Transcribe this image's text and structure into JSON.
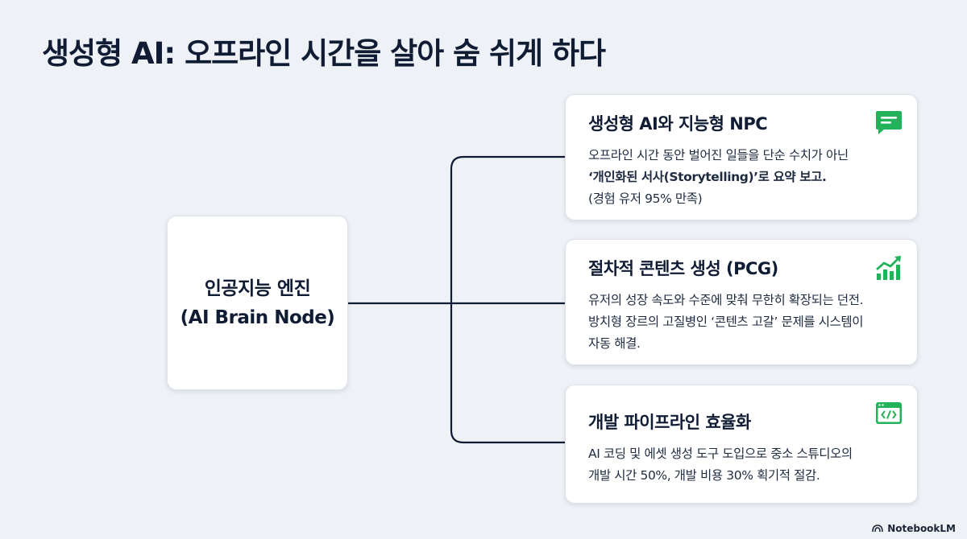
{
  "title": "생성형 AI: 오프라인 시간을 살아 숨 쉬게 하다",
  "hub": {
    "line1": "인공지능 엔진",
    "line2": "(AI Brain Node)"
  },
  "cards": [
    {
      "title": "생성형 AI와 지능형 NPC",
      "icon": "chat-bubble-icon",
      "lines": [
        "오프라인 시간 동안 벌어진 일들을 단순 수치가 아닌",
        "‘개인화된 서사(Storytelling)’로 요약 보고.",
        "(경험 유저 95% 만족)"
      ]
    },
    {
      "title": "절차적 콘텐츠 생성 (PCG)",
      "icon": "growth-chart-icon",
      "lines": [
        "유저의 성장 속도와 수준에 맞춰 무한히 확장되는 던전.",
        "방치형 장르의 고질병인 ‘콘텐츠 고갈’ 문제를 시스템이",
        "자동 해결."
      ]
    },
    {
      "title": "개발 파이프라인 효율화",
      "icon": "code-window-icon",
      "lines": [
        "AI 코딩 및 에셋 생성 도구 도입으로 중소 스튜디오의",
        "개발 시간 50%, 개발 비용 30% 획기적 절감."
      ]
    }
  ],
  "brand": "NotebookLM",
  "colors": {
    "background": "#eef1f6",
    "icon_green": "#22b35a",
    "connector": "#0f1c33"
  }
}
